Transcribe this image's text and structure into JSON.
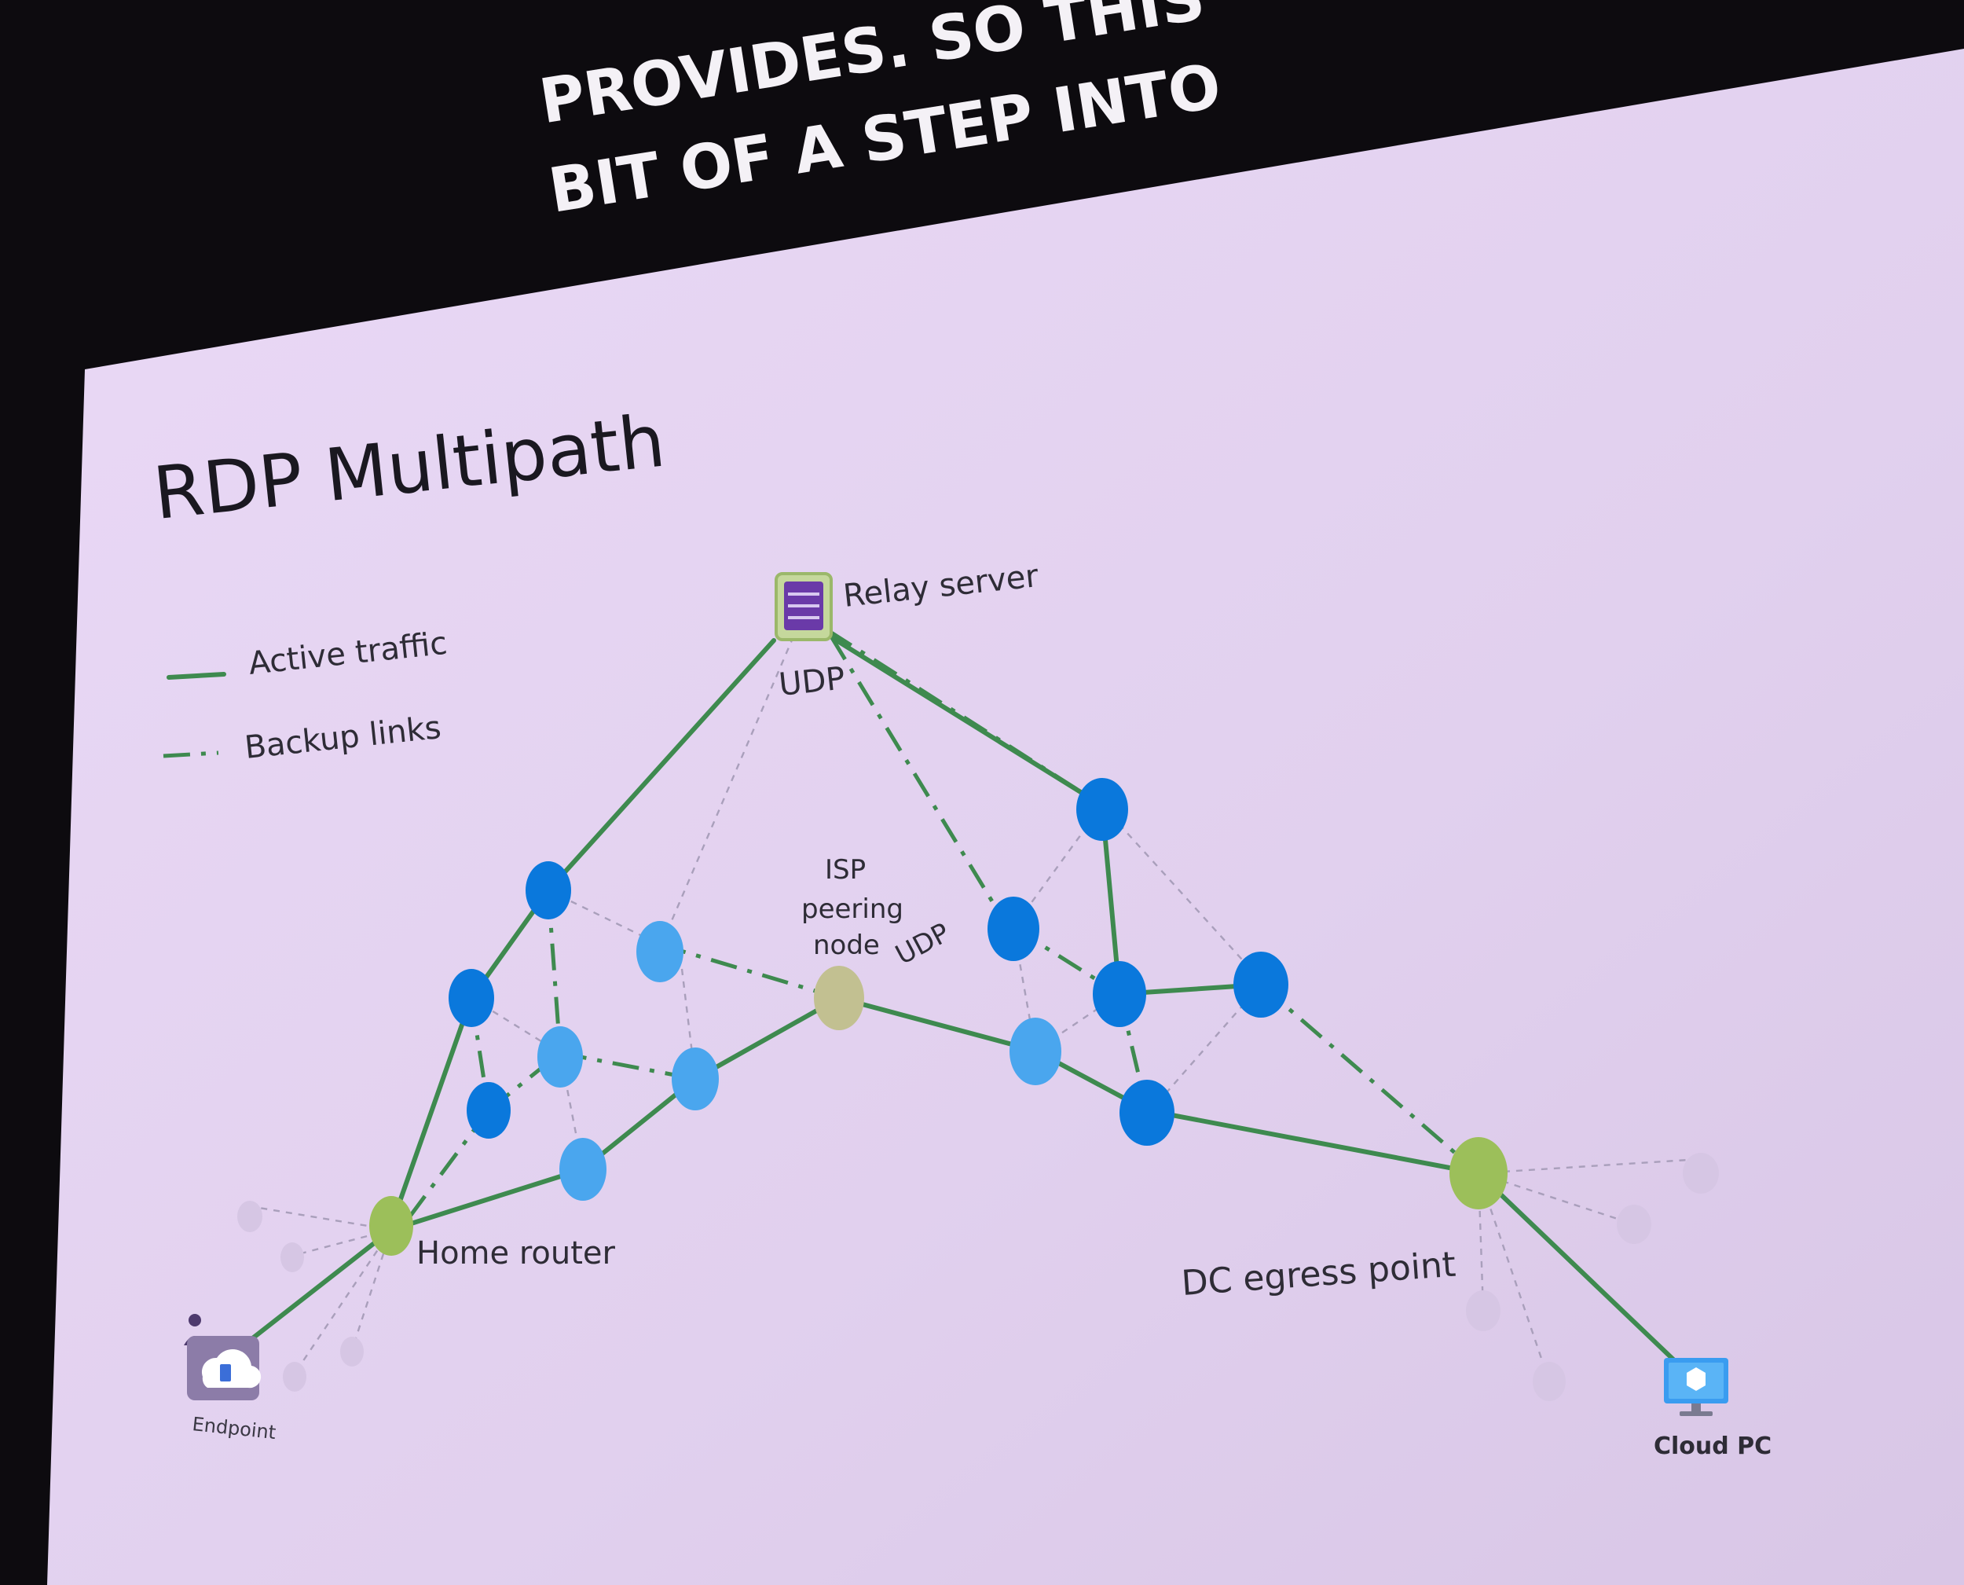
{
  "slide": {
    "caption_line1": "PROVIDES. SO THIS",
    "caption_line2": "BIT OF A STEP INTO",
    "title": "RDP Multipath"
  },
  "legend": {
    "active": "Active traffic",
    "backup": "Backup links"
  },
  "nodes": {
    "relay": "Relay server",
    "isp_line1": "ISP",
    "isp_line2": "peering",
    "isp_line3": "node",
    "udp_top": "UDP",
    "udp_mid": "UDP",
    "home_router": "Home router",
    "dc_egress": "DC egress point",
    "endpoint": "Endpoint",
    "cloud_pc": "Cloud PC"
  },
  "colors": {
    "screen": "#e2d2f0",
    "dark_blue_node": "#0a78dc",
    "light_blue_node": "#4aa6ee",
    "green_node": "#9cbf5a",
    "isp_node": "#c2c091",
    "active_link": "#3e8a4f"
  }
}
